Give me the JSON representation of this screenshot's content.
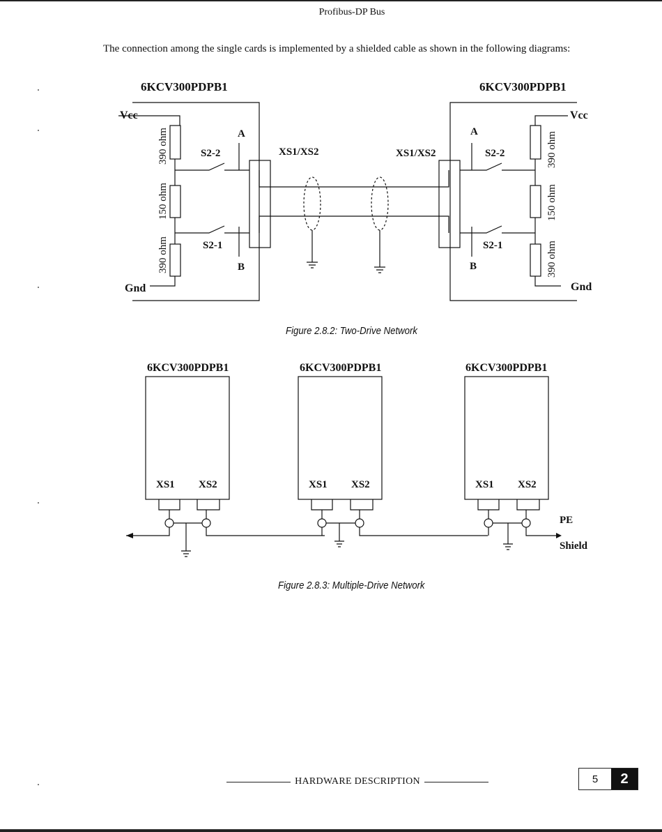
{
  "header": {
    "title": "Profibus-DP Bus"
  },
  "intro_text": "The connection among the single cards is implemented by a shielded cable as shown in the following diagrams:",
  "figure1": {
    "left_card_title": "6KCV300PDPB1",
    "right_card_title": "6KCV300PDPB1",
    "vcc": "Vcc",
    "gnd": "Gnd",
    "resistor_390": "390 ohm",
    "resistor_150": "150 ohm",
    "switch_s2_2": "S2-2",
    "switch_s2_1": "S2-1",
    "line_a": "A",
    "line_b": "B",
    "connector": "XS1/XS2",
    "caption": "Figure 2.8.2: Two-Drive Network"
  },
  "figure2": {
    "cards": [
      {
        "title": "6KCV300PDPB1",
        "port1": "XS1",
        "port2": "XS2"
      },
      {
        "title": "6KCV300PDPB1",
        "port1": "XS1",
        "port2": "XS2"
      },
      {
        "title": "6KCV300PDPB1",
        "port1": "XS1",
        "port2": "XS2"
      }
    ],
    "pe_label": "PE",
    "shield_label": "Shield",
    "caption": "Figure 2.8.3: Multiple-Drive Network"
  },
  "footer": {
    "section_title": "HARDWARE DESCRIPTION",
    "page_number": "5",
    "chapter": "2"
  }
}
